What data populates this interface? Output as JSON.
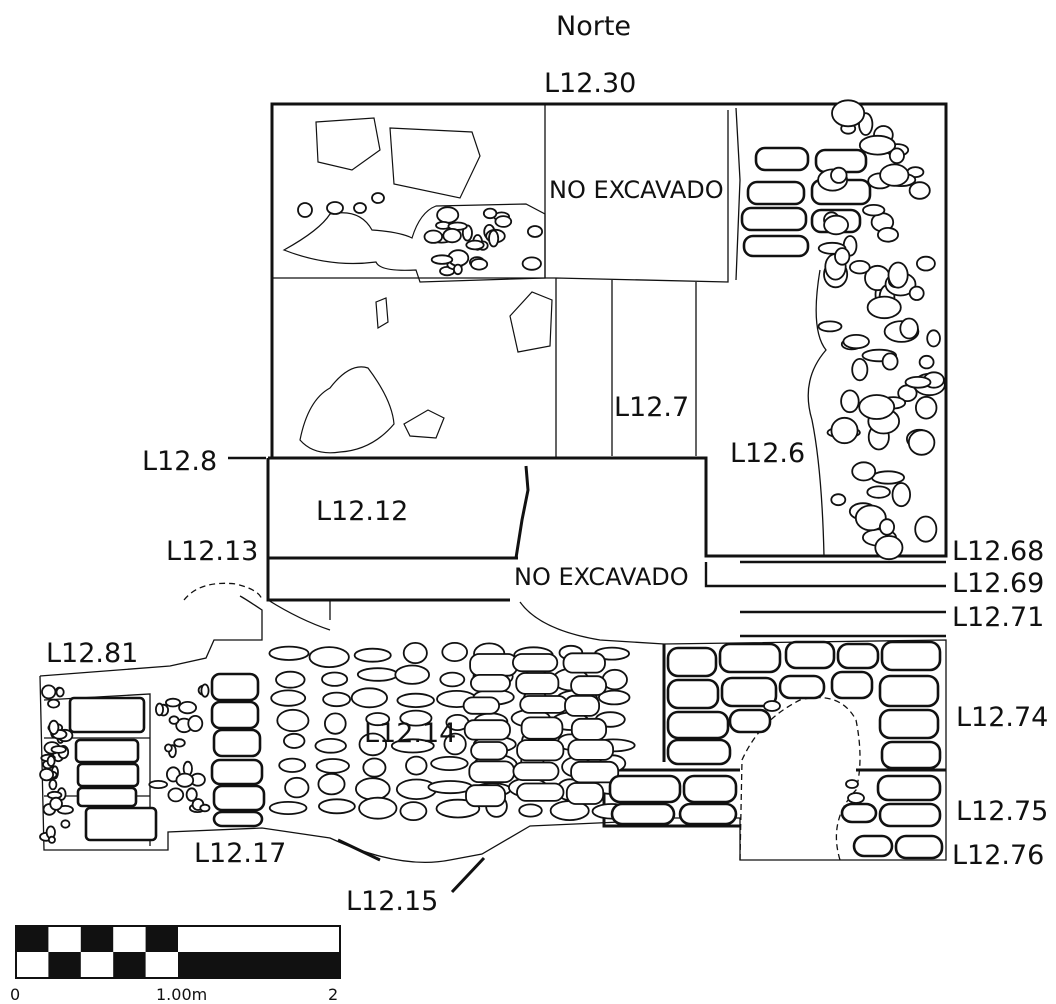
{
  "title": "Norte",
  "labels": {
    "top": "L12.30",
    "no_excavado_1": "NO EXCAVADO",
    "no_excavado_2": "NO EXCAVADO",
    "l12_7": "L12.7",
    "l12_6": "L12.6",
    "l12_8": "L12.8",
    "l12_12": "L12.12",
    "l12_13": "L12.13",
    "l12_68": "L12.68",
    "l12_69": "L12.69",
    "l12_71": "L12.71",
    "l12_81": "L12.81",
    "l12_14": "L12.14",
    "l12_74": "L12.74",
    "l12_75": "L12.75",
    "l12_76": "L12.76",
    "l12_17": "L12.17",
    "l12_15": "L12.15"
  },
  "scale": {
    "tick_start": "0",
    "tick_mid": "1.00m",
    "tick_end": "2"
  },
  "colors": {
    "ink": "#111111",
    "paper": "#ffffff"
  }
}
